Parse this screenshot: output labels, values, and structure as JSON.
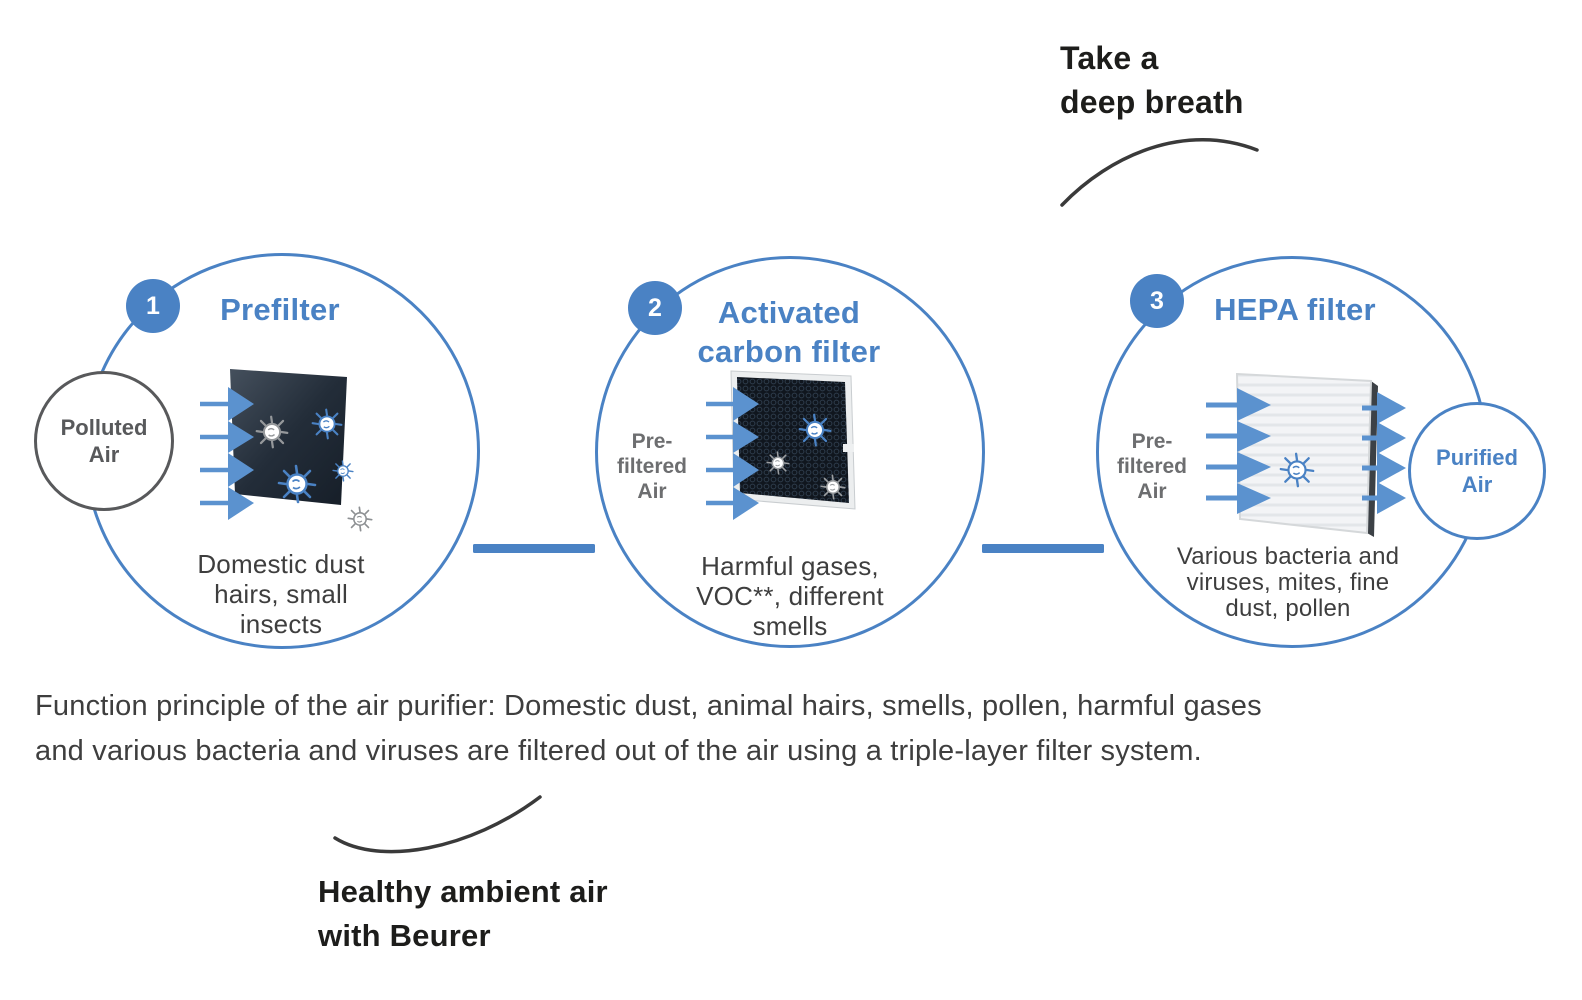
{
  "colors": {
    "accent_blue": "#4a82c4",
    "arrow_blue": "#5b92cf",
    "gray_circle": "#58595b",
    "body_text": "#3e3e3e",
    "note_text": "#1d1d1b"
  },
  "header_note": {
    "text": "Take a\ndeep breath"
  },
  "footer_note": {
    "text": "Healthy ambient air\nwith Beurer"
  },
  "description": "Function principle of the air purifier: Domestic dust, animal hairs, smells, pollen, harmful gases\nand various bacteria and viruses are filtered out of the air using a triple-layer filter system.",
  "input_circle": {
    "label": "Polluted\nAir"
  },
  "output_circle": {
    "label": "Purified\nAir"
  },
  "stages": [
    {
      "number": "1",
      "title": "Prefilter",
      "caption": "Domestic dust\nhairs, small\ninsects"
    },
    {
      "number": "2",
      "title": "Activated\ncarbon filter",
      "input_label": "Pre-\nfiltered\nAir",
      "caption": "Harmful gases,\nVOC**, different\nsmells"
    },
    {
      "number": "3",
      "title": "HEPA filter",
      "input_label": "Pre-\nfiltered\nAir",
      "caption": "Various bacteria and\nviruses, mites, fine\ndust, pollen"
    }
  ]
}
